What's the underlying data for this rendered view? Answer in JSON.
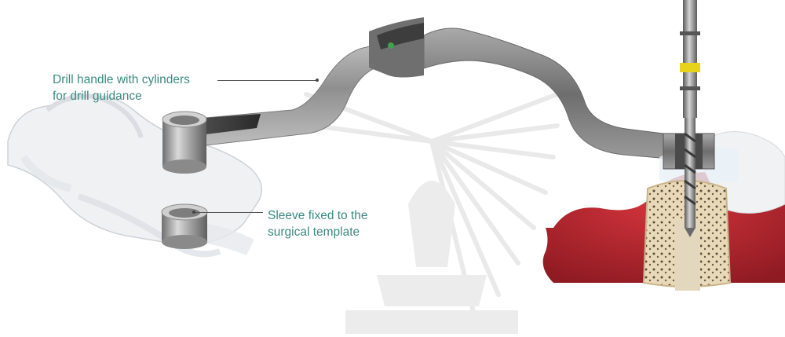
{
  "callouts": {
    "handle_line1": "Drill handle with cylinders",
    "handle_line2": "for drill guidance",
    "sleeve_line1": "Sleeve fixed to the",
    "sleeve_line2": "surgical template"
  },
  "colors": {
    "callout_text": "#3c8a82",
    "gum": "#b3242c",
    "bone": "#e8d9b8",
    "metal": "#8c8c8c",
    "depth_stop_ring": "#e7d21c"
  },
  "icons": {
    "watermark": "university-emblem-watermark"
  }
}
